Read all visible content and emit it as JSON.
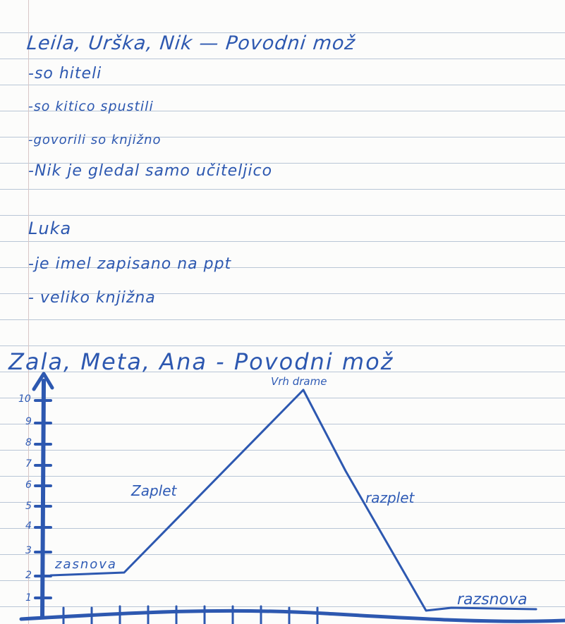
{
  "notes": {
    "line1": "Leila, Urška, Nik — Povodni mož",
    "line2": "-so hiteli",
    "line3": "-so kitico spustili",
    "line4": "-govorili so knjižno",
    "line5": "-Nik je gledal samo učiteljico",
    "line6": "Luka",
    "line7": "-je imel zapisano na ppt",
    "line8": "- veliko knjižna",
    "line9": "Zala, Meta, Ana - Povodni mož"
  },
  "graph": {
    "y_ticks": [
      "1",
      "2",
      "3",
      "4",
      "5",
      "6",
      "7",
      "8",
      "9",
      "10"
    ],
    "labels": {
      "vrh": "Vrh drame",
      "zaplet": "Zaplet",
      "razplet": "razplet",
      "zasnova": "zasnova",
      "razsnova": "razsnova"
    },
    "ink_color": "#2d58b0"
  }
}
